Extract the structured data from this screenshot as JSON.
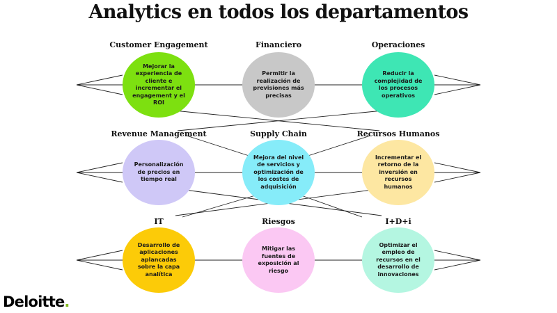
{
  "title": "Analytics en todos los departamentos",
  "logo": {
    "text": "Deloitte",
    "dot": ".",
    "dot_color": "#86bc25"
  },
  "line_color": "#222222",
  "departments": [
    {
      "label": "Customer Engagement",
      "text": "Mejorar la experiencia de cliente e incrementar el engagement y el ROI",
      "color": "#7de010"
    },
    {
      "label": "Financiero",
      "text": "Permitir la realización de previsiones más precisas",
      "color": "#c8c8c8"
    },
    {
      "label": "Operaciones",
      "text": "Reducir la complejidad de los procesos operativos",
      "color": "#3ee6b4"
    },
    {
      "label": "Revenue Management",
      "text": "Personalización de precios en tiempo real",
      "color": "#cfc8f7"
    },
    {
      "label": "Supply Chain",
      "text": "Mejora del nivel de servicios y optimización de los costes de adquisición",
      "color": "#86ecf9"
    },
    {
      "label": "Recursos Humanos",
      "text": "Incrementar el retorno de la inversión en recursos humanos",
      "color": "#fde7a2"
    },
    {
      "label": "IT",
      "text": "Desarrollo de aplicaciones aplancadas sobre la capa analítica",
      "color": "#fccb08"
    },
    {
      "label": "Riesgos",
      "text": "Mitigar las fuentes de exposición al riesgo",
      "color": "#fbc8f3"
    },
    {
      "label": "I+D+i",
      "text": "Optimizar el empleo de recursos en el desarrollo de innovaciones",
      "color": "#b4f6e1"
    }
  ]
}
